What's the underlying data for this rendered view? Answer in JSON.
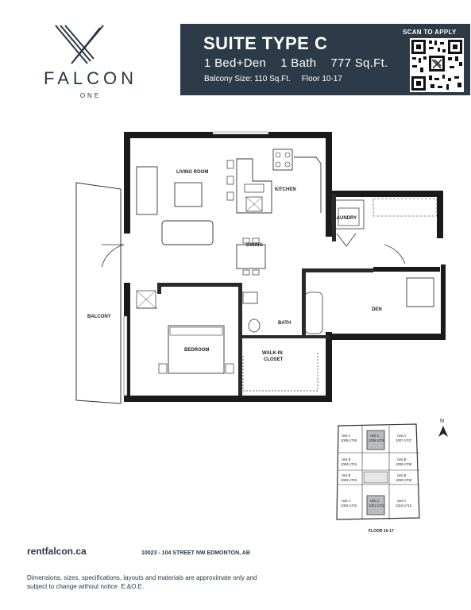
{
  "brand": {
    "name": "FALCON",
    "sub": "ONE"
  },
  "suite": {
    "title": "SUITE TYPE C",
    "beds": "1 Bed+Den",
    "baths": "1 Bath",
    "area": "777 Sq.Ft.",
    "balcony": "Balcony Size: 110 Sq.Ft.",
    "floors": "Floor 10-17"
  },
  "scan_label": "SCAN TO APPLY",
  "rooms": {
    "living": "LIVING ROOM",
    "kitchen": "KITCHEN",
    "laundry": "LAUNDRY",
    "dining": "DINING",
    "den": "DEN",
    "balcony": "BALCONY",
    "bedroom": "BEDROOM",
    "bath": "BATH",
    "walkin_1": "WALK-IN",
    "walkin_2": "CLOSET"
  },
  "keyplan": {
    "units": [
      {
        "name": "Unit A",
        "range": "1005-1705"
      },
      {
        "name": "Unit C",
        "range": "1006-1706"
      },
      {
        "name": "Unit A",
        "range": "1007-1707"
      },
      {
        "name": "Unit B",
        "range": "1004-1704"
      },
      {
        "name": "Unit B",
        "range": "1008-1708"
      },
      {
        "name": "Unit B",
        "range": "1003-1703"
      },
      {
        "name": "Unit B",
        "range": "1009-1709"
      },
      {
        "name": "Unit A",
        "range": "1002-1702"
      },
      {
        "name": "Unit C",
        "range": "1001-1701"
      },
      {
        "name": "Unit A",
        "range": "1010-1710"
      }
    ],
    "caption": "FLOOR 10-17",
    "north": "N"
  },
  "footer": {
    "website": "rentfalcon.ca",
    "address": "10023 - 104 STREET NW EDMONTON, AB",
    "disclaimer": "Dimensions, sizes, specifications, layouts and materials are approximate only and subject to change without notice. E.&O.E."
  },
  "colors": {
    "navy": "#2d3b48",
    "highlight": "#b9bcbf"
  }
}
